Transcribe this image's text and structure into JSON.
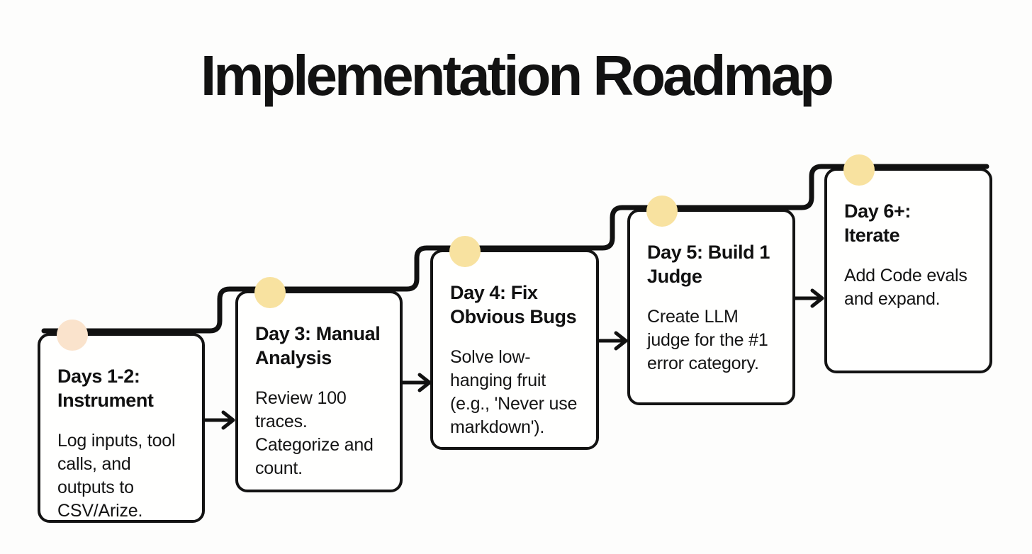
{
  "title": "Implementation Roadmap",
  "colors": {
    "background": "#fdfdfc",
    "line": "#111111",
    "card_border": "#131313",
    "text": "#111111",
    "circle_first": "#fae3cc",
    "circle_rest": "#f8e2a0"
  },
  "cards": [
    {
      "heading": "Days 1-2:\nInstrument",
      "body": "Log inputs, tool\ncalls, and\noutputs to\nCSV/Arize."
    },
    {
      "heading": "Day 3: Manual\nAnalysis",
      "body": "Review 100\ntraces.\nCategorize and\ncount."
    },
    {
      "heading": "Day 4: Fix\nObvious Bugs",
      "body": "Solve low-\nhanging fruit\n(e.g., 'Never use\nmarkdown')."
    },
    {
      "heading": "Day 5: Build 1\nJudge",
      "body": "Create LLM\njudge for the #1\nerror category."
    },
    {
      "heading": "Day 6+:\nIterate",
      "body": "Add Code evals\nand expand."
    }
  ]
}
